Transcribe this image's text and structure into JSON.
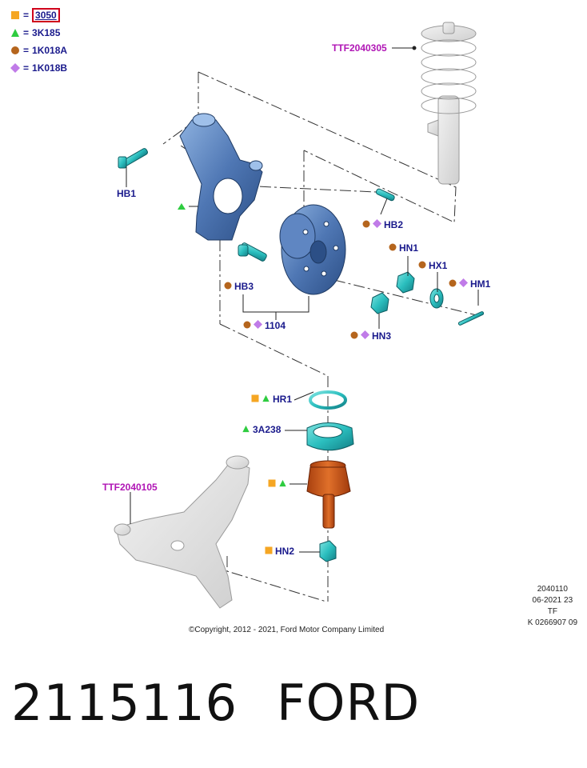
{
  "legend": [
    {
      "symbol": "square",
      "color": "#f5a623",
      "code": "3050",
      "boxed": true
    },
    {
      "symbol": "triangle",
      "color": "#2ecc40",
      "code": "3K185",
      "boxed": false
    },
    {
      "symbol": "circle",
      "color": "#b5651d",
      "code": "1K018A",
      "boxed": false
    },
    {
      "symbol": "diamond",
      "color": "#c07be8",
      "code": "1K018B",
      "boxed": false
    }
  ],
  "equals": "=",
  "callouts": {
    "ttf_strut": "TTF2040305",
    "hb1": "HB1",
    "hb2": "HB2",
    "hn1": "HN1",
    "hx1": "HX1",
    "hm1": "HM1",
    "hb3": "HB3",
    "p1104": "1104",
    "hn3": "HN3",
    "hr1": "HR1",
    "p3a238": "3A238",
    "ttf_arm": "TTF2040105",
    "hn2": "HN2"
  },
  "copyright": "©Copyright, 2012 - 2021, Ford Motor Company Limited",
  "meta": {
    "line1": "2040110",
    "line2": "06-2021 23",
    "line3": "TF",
    "line4": "K 0266907 09"
  },
  "part_number": "2115116",
  "brand": "FORD"
}
